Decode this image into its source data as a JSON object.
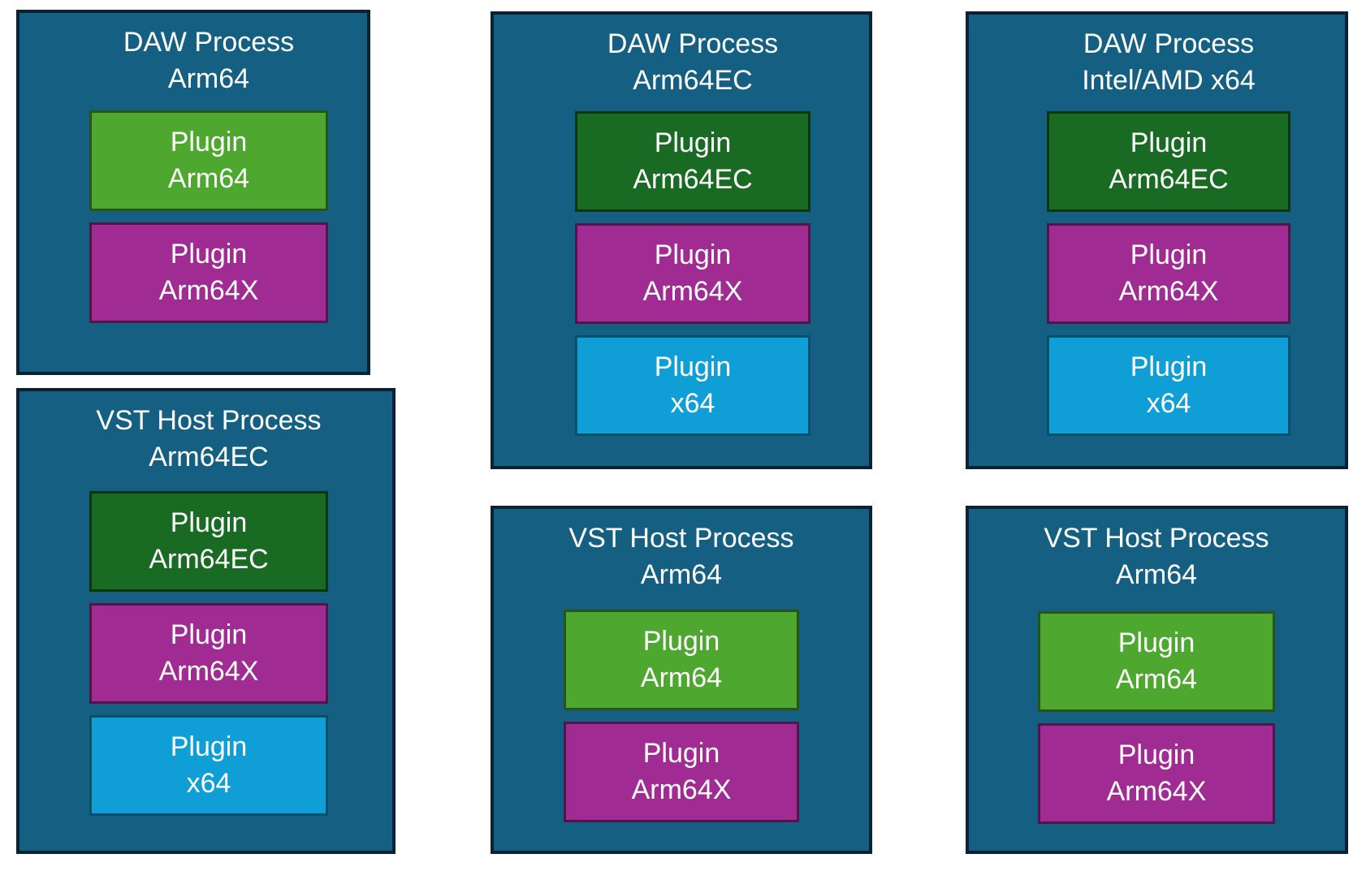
{
  "palette": {
    "process": {
      "fill": "#156082",
      "border": "#0A2233"
    },
    "green": {
      "fill": "#4EA72E",
      "border": "#275417"
    },
    "dark_green": {
      "fill": "#196B24",
      "border": "#0C3512"
    },
    "magenta": {
      "fill": "#A02B93",
      "border": "#50154A"
    },
    "blue": {
      "fill": "#0F9ED5",
      "border": "#07506C"
    },
    "text": "#FFFFFF",
    "page_background": "#FFFFFF"
  },
  "diagram": {
    "boxes": [
      {
        "title_line1": "DAW Process",
        "title_line2": "Arm64",
        "plugins": [
          {
            "line1": "Plugin",
            "line2": "Arm64",
            "color": "green"
          },
          {
            "line1": "Plugin",
            "line2": "Arm64X",
            "color": "magenta"
          }
        ]
      },
      {
        "title_line1": "VST Host Process",
        "title_line2": "Arm64EC",
        "plugins": [
          {
            "line1": "Plugin",
            "line2": "Arm64EC",
            "color": "dark_green"
          },
          {
            "line1": "Plugin",
            "line2": "Arm64X",
            "color": "magenta"
          },
          {
            "line1": "Plugin",
            "line2": "x64",
            "color": "blue"
          }
        ]
      },
      {
        "title_line1": "DAW Process",
        "title_line2": "Arm64EC",
        "plugins": [
          {
            "line1": "Plugin",
            "line2": "Arm64EC",
            "color": "dark_green"
          },
          {
            "line1": "Plugin",
            "line2": "Arm64X",
            "color": "magenta"
          },
          {
            "line1": "Plugin",
            "line2": "x64",
            "color": "blue"
          }
        ]
      },
      {
        "title_line1": "VST Host Process",
        "title_line2": "Arm64",
        "plugins": [
          {
            "line1": "Plugin",
            "line2": "Arm64",
            "color": "green"
          },
          {
            "line1": "Plugin",
            "line2": "Arm64X",
            "color": "magenta"
          }
        ]
      },
      {
        "title_line1": "DAW Process",
        "title_line2": "Intel/AMD x64",
        "plugins": [
          {
            "line1": "Plugin",
            "line2": "Arm64EC",
            "color": "dark_green"
          },
          {
            "line1": "Plugin",
            "line2": "Arm64X",
            "color": "magenta"
          },
          {
            "line1": "Plugin",
            "line2": "x64",
            "color": "blue"
          }
        ]
      },
      {
        "title_line1": "VST Host Process",
        "title_line2": "Arm64",
        "plugins": [
          {
            "line1": "Plugin",
            "line2": "Arm64",
            "color": "green"
          },
          {
            "line1": "Plugin",
            "line2": "Arm64X",
            "color": "magenta"
          }
        ]
      }
    ]
  }
}
